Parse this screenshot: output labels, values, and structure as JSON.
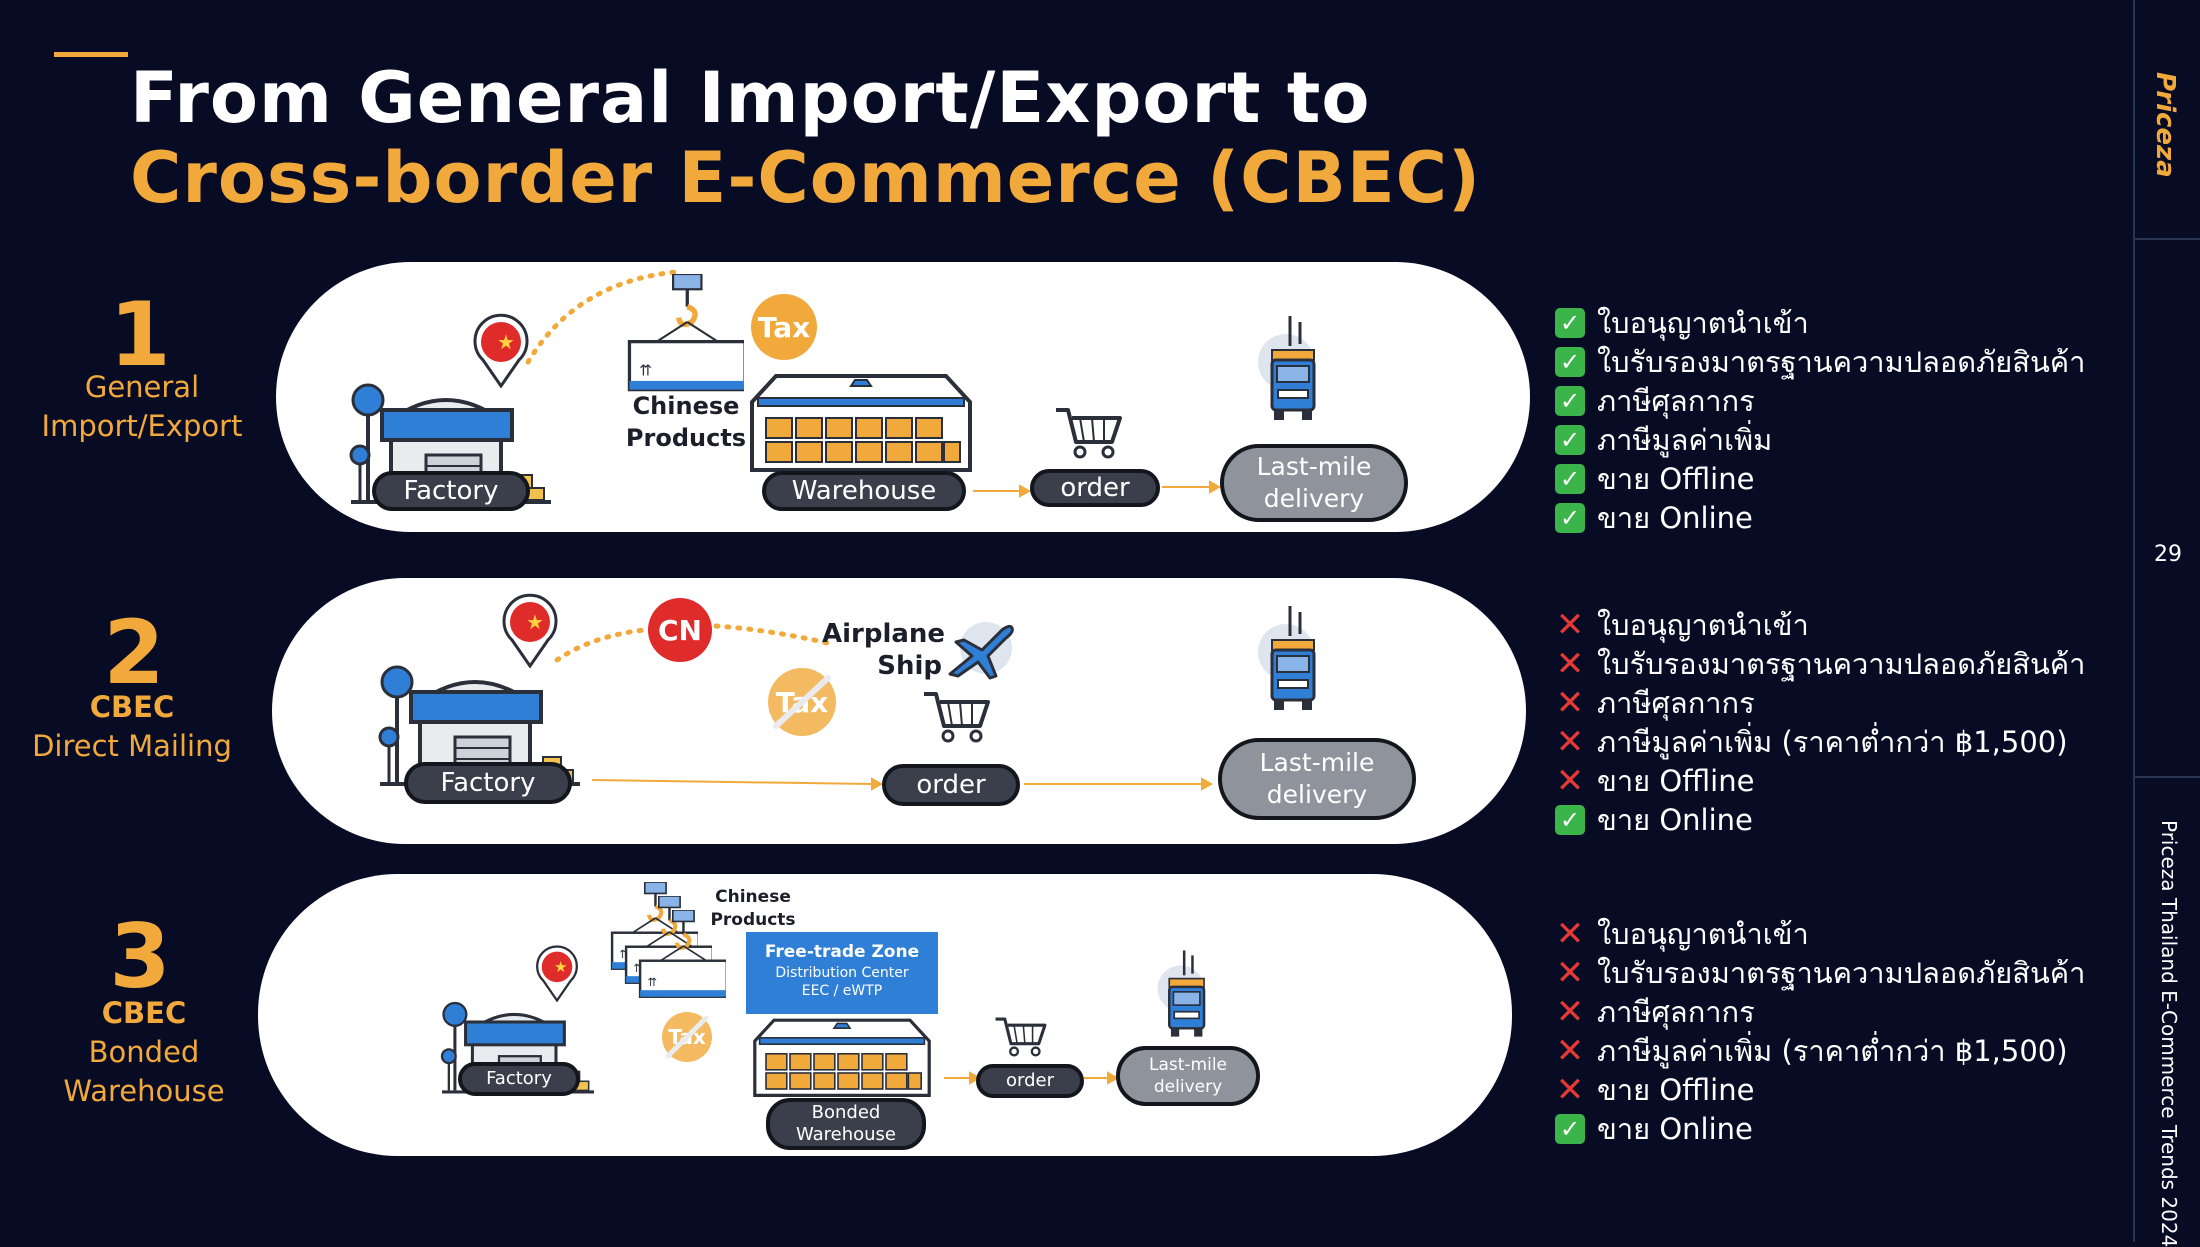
{
  "title": {
    "line1": "From General Import/Export to",
    "line2": "Cross-border E-Commerce (CBEC)"
  },
  "side": {
    "brand": "Priceza",
    "page_number": "29",
    "report_name": "Priceza Thailand E-Commerce Trends 2024"
  },
  "rows": [
    {
      "number": "1",
      "label_lines": [
        "General",
        "Import/Export"
      ],
      "nodes": {
        "factory": "Factory",
        "products": "Chinese Products",
        "tax": "Tax",
        "warehouse": "Warehouse",
        "order": "order",
        "delivery": "Last-mile delivery"
      },
      "checklist": [
        {
          "status": "check",
          "text": "ใบอนุญาตนำเข้า"
        },
        {
          "status": "check",
          "text": "ใบรับรองมาตรฐานความปลอดภัยสินค้า"
        },
        {
          "status": "check",
          "text": "ภาษีศุลกากร"
        },
        {
          "status": "check",
          "text": "ภาษีมูลค่าเพิ่ม"
        },
        {
          "status": "check",
          "text": "ขาย Offline"
        },
        {
          "status": "check",
          "text": "ขาย Online"
        }
      ]
    },
    {
      "number": "2",
      "label_lines": [
        "CBEC",
        "Direct Mailing"
      ],
      "nodes": {
        "factory": "Factory",
        "origin": "CN",
        "transport_1": "Airplane",
        "transport_2": "Ship",
        "tax": "Tax",
        "order": "order",
        "delivery": "Last-mile delivery"
      },
      "checklist": [
        {
          "status": "cross",
          "text": "ใบอนุญาตนำเข้า"
        },
        {
          "status": "cross",
          "text": "ใบรับรองมาตรฐานความปลอดภัยสินค้า"
        },
        {
          "status": "cross",
          "text": "ภาษีศุลกากร"
        },
        {
          "status": "cross",
          "text": "ภาษีมูลค่าเพิ่ม (ราคาต่ำกว่า ฿1,500)"
        },
        {
          "status": "cross",
          "text": "ขาย Offline"
        },
        {
          "status": "check",
          "text": "ขาย Online"
        }
      ]
    },
    {
      "number": "3",
      "label_lines": [
        "CBEC",
        "Bonded",
        "Warehouse"
      ],
      "nodes": {
        "factory": "Factory",
        "products": "Chinese Products",
        "tax": "Tax",
        "ftz_title": "Free-trade Zone",
        "ftz_sub1": "Distribution Center",
        "ftz_sub2": "EEC / eWTP",
        "warehouse": "Bonded Warehouse",
        "order": "order",
        "delivery": "Last-mile delivery"
      },
      "checklist": [
        {
          "status": "cross",
          "text": "ใบอนุญาตนำเข้า"
        },
        {
          "status": "cross",
          "text": "ใบรับรองมาตรฐานความปลอดภัยสินค้า"
        },
        {
          "status": "cross",
          "text": "ภาษีศุลกากร"
        },
        {
          "status": "cross",
          "text": "ภาษีมูลค่าเพิ่ม (ราคาต่ำกว่า ฿1,500)"
        },
        {
          "status": "cross",
          "text": "ขาย Offline"
        },
        {
          "status": "check",
          "text": "ขาย Online"
        }
      ]
    }
  ],
  "icons": [
    "china-pin-icon",
    "factory-icon",
    "crane-container-icon",
    "warehouse-icon",
    "shopping-cart-icon",
    "delivery-truck-icon",
    "airplane-icon",
    "check-icon",
    "cross-icon"
  ],
  "colors": {
    "background": "#070b24",
    "accent": "#f2a93b",
    "pill": "#ffffff",
    "chip": "#3a3f4b",
    "delivery_chip": "#8f939b",
    "ftz": "#2f7fd6",
    "check": "#3bb54a",
    "cross": "#e53935",
    "flag": "#e02b2b"
  }
}
